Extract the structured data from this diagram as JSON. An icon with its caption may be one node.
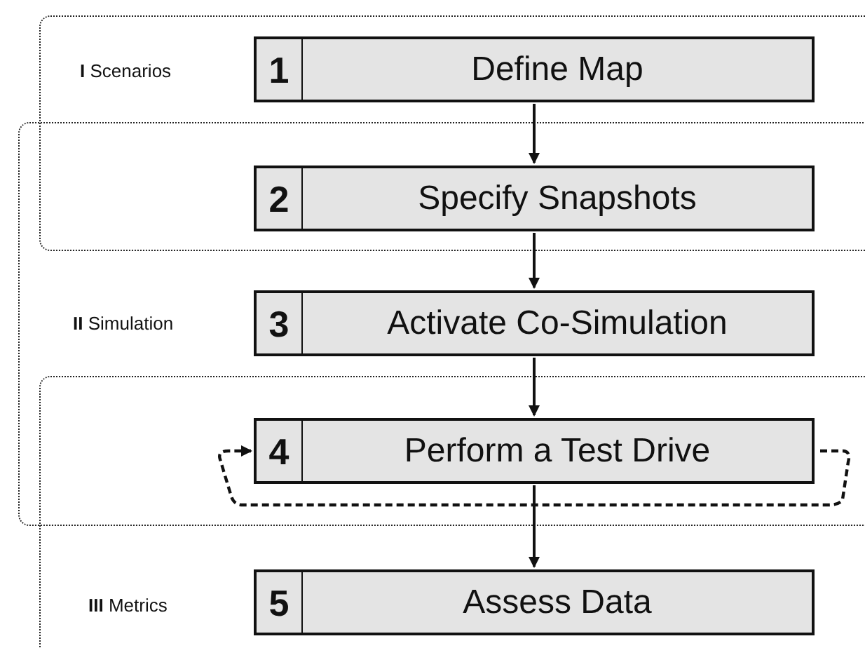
{
  "diagram": {
    "nodes": [
      {
        "text": [
          "1",
          "Define Map"
        ]
      },
      {
        "text": [
          "2",
          "Specify Snapshots"
        ]
      },
      {
        "text": [
          "3",
          "Activate Co-Simulation"
        ]
      },
      {
        "text": [
          "4",
          "Perform a Test Drive"
        ]
      },
      {
        "text": [
          "5",
          "Assess Data"
        ]
      }
    ],
    "edges": [
      {
        "from": 0,
        "to": 1,
        "arrow": "to"
      },
      {
        "from": 1,
        "to": 2,
        "arrow": "to"
      },
      {
        "from": 2,
        "to": 3,
        "arrow": "to"
      },
      {
        "from": 3,
        "to": 3,
        "arrow": "to",
        "style": "dashed"
      },
      {
        "from": 3,
        "to": 4,
        "arrow": "to"
      }
    ],
    "labels": [
      "**I** Scenarios",
      "**II** Simulation",
      "**III** Metrics"
    ]
  }
}
